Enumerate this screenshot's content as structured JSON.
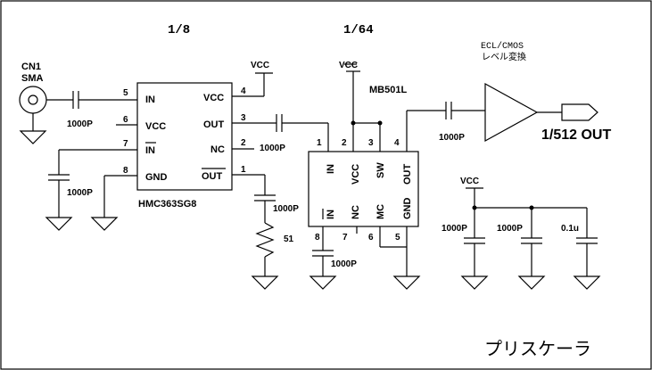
{
  "title": "プリスケーラ",
  "divisions": {
    "d1": "1/8",
    "d2": "1/64",
    "d3": "1/512 OUT"
  },
  "connector": {
    "ref": "CN1",
    "type": "SMA"
  },
  "ic1": {
    "part": "HMC363SG8",
    "pins": [
      {
        "num": "5",
        "label": "IN"
      },
      {
        "num": "6",
        "label": "VCC"
      },
      {
        "num": "7",
        "label": "IN"
      },
      {
        "num": "8",
        "label": "GND"
      },
      {
        "num": "4",
        "label": "VCC"
      },
      {
        "num": "3",
        "label": "OUT"
      },
      {
        "num": "2",
        "label": "NC"
      },
      {
        "num": "1",
        "label": "OUT"
      }
    ]
  },
  "ic2": {
    "part": "MB501L",
    "pins": [
      {
        "num": "1",
        "label": "IN"
      },
      {
        "num": "2",
        "label": "VCC"
      },
      {
        "num": "3",
        "label": "SW"
      },
      {
        "num": "4",
        "label": "OUT"
      },
      {
        "num": "8",
        "label": "IN"
      },
      {
        "num": "7",
        "label": "NC"
      },
      {
        "num": "6",
        "label": "MC"
      },
      {
        "num": "5",
        "label": "GND"
      }
    ]
  },
  "buffer": {
    "label1": "ECL/CMOS",
    "label2": "レベル変換"
  },
  "vcc": "VCC",
  "capacitors": {
    "c_in": "1000P",
    "c_pin7": "1000P",
    "c_couple": "1000P",
    "c_pin1": "1000P",
    "c_pin8": "1000P",
    "c_out": "1000P",
    "c_byp1": "1000P",
    "c_byp2": "1000P",
    "c_byp3": "0.1u"
  },
  "resistor": "51"
}
